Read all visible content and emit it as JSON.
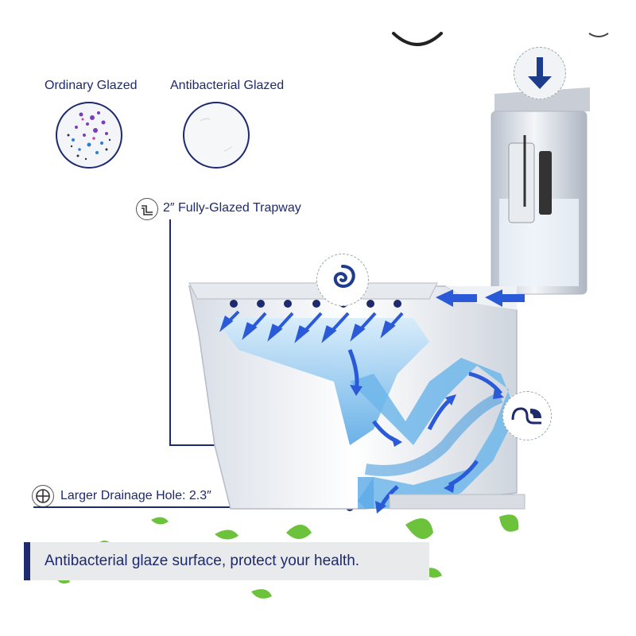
{
  "comparison": {
    "ordinary_label": "Ordinary Glazed",
    "antibacterial_label": "Antibacterial Glazed"
  },
  "callouts": {
    "trapway_label": "2″ Fully-Glazed Trapway",
    "drainage_label": "Larger Drainage Hole: 2.3″"
  },
  "banner": {
    "text": "Antibacterial glaze surface, protect your health."
  },
  "icons": {
    "trapway": "trapway-pipe-icon",
    "drainage": "drain-crosshair-icon",
    "swirl": "swirl-flush-icon",
    "siphon": "siphon-jet-icon",
    "arrow_down": "arrow-down-icon"
  },
  "colors": {
    "navy": "#1e2a6e",
    "water_blue": "#5aa9e6",
    "flow_arrow": "#2a5ad8",
    "leaf_green": "#6cc23a",
    "banner_bg": "#e9eaec"
  }
}
